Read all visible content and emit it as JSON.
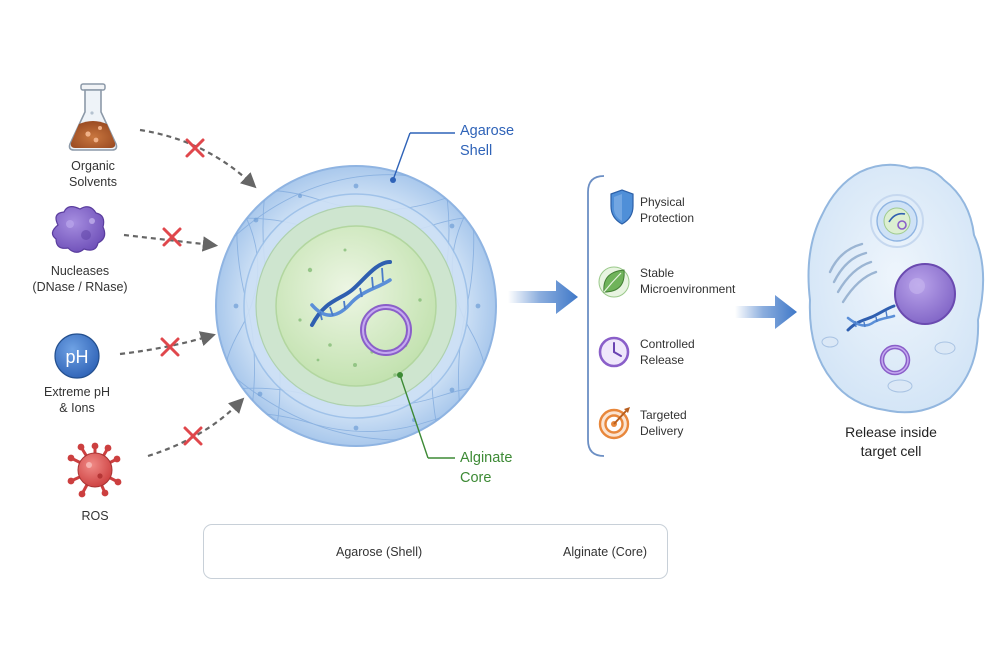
{
  "threats": [
    {
      "line1": "Organic",
      "line2": "Solvents"
    },
    {
      "line1": "Nucleases",
      "line2": "(DNase / RNase)"
    },
    {
      "line1": "Extreme pH",
      "line2": "& Ions",
      "icon_text": "pH"
    },
    {
      "line1": "ROS",
      "line2": ""
    }
  ],
  "capsule": {
    "shell_line1": "Agarose",
    "shell_line2": "Shell",
    "core_line1": "Alginate",
    "core_line2": "Core"
  },
  "benefits": [
    {
      "line1": "Physical",
      "line2": "Protection",
      "icon": "shield-icon"
    },
    {
      "line1": "Stable",
      "line2": "Microenvironment",
      "icon": "leaf-icon"
    },
    {
      "line1": "Controlled",
      "line2": "Release",
      "icon": "clock-icon"
    },
    {
      "line1": "Targeted",
      "line2": "Delivery",
      "icon": "target-icon"
    }
  ],
  "cell": {
    "line1": "Release inside",
    "line2": "target cell"
  },
  "legend": {
    "shell": "Agarose (Shell)",
    "core": "Alginate (Core)"
  },
  "colors": {
    "shell_blue": "#bcd6f2",
    "core_green": "#d4ebc6",
    "arrow_blue": "#3f78c8",
    "block_red": "#e0474c",
    "label_blue": "#2f63b8",
    "label_green": "#3d8a35"
  }
}
